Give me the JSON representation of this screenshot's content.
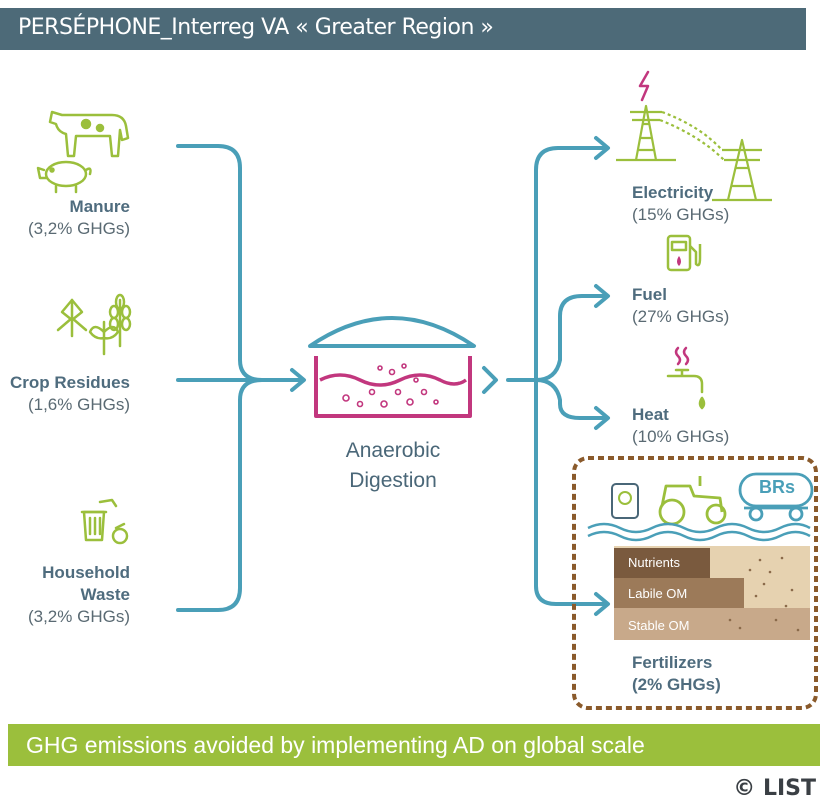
{
  "header": {
    "title": "PERSÉPHONE_Interreg VA « Greater Region »"
  },
  "inputs": [
    {
      "name": "Manure",
      "share": "(3,2% GHGs)"
    },
    {
      "name": "Crop Residues",
      "share": "(1,6% GHGs)"
    },
    {
      "name": "Household",
      "name2": "Waste",
      "share": "(3,2% GHGs)"
    }
  ],
  "process": {
    "line1": "Anaerobic",
    "line2": "Digestion"
  },
  "outputs": [
    {
      "name": "Electricity",
      "share": "(15% GHGs)"
    },
    {
      "name": "Fuel",
      "share": "(27% GHGs)"
    },
    {
      "name": "Heat",
      "share": "(10% GHGs)"
    },
    {
      "name": "Fertilizers",
      "share": "(2% GHGs)"
    }
  ],
  "fertilizer_box": {
    "brs_label": "BRs",
    "layers": [
      "Nutrients",
      "Labile OM",
      "Stable OM"
    ]
  },
  "footer": {
    "text": "GHG emissions avoided by implementing AD on global scale"
  },
  "credit": "© LIST",
  "colors": {
    "header_bg": "#4d6a78",
    "arrow": "#4a9fb8",
    "icon_green": "#9bbf3c",
    "digester_magenta": "#c2377e",
    "footer_bg": "#9bbf3c",
    "box_border": "#8a5a2b"
  }
}
